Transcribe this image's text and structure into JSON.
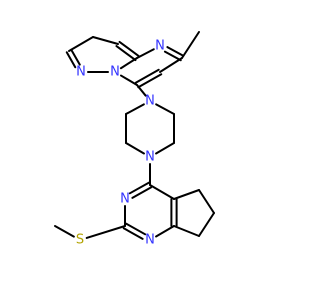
{
  "colors": {
    "bond": "#000000",
    "nitrogen": "#3333ff",
    "sulfur": "#b2a300",
    "background": "#ffffff"
  },
  "atoms": {
    "n_pyrimidine_top": "N",
    "n_bridgehead": "N",
    "n_pyrazole": "N",
    "n_piperazine_top": "N",
    "n_piperazine_bottom": "N",
    "n_pyrimidine_left": "N",
    "n_pyrimidine_bottom": "N",
    "s_thioether": "S"
  }
}
